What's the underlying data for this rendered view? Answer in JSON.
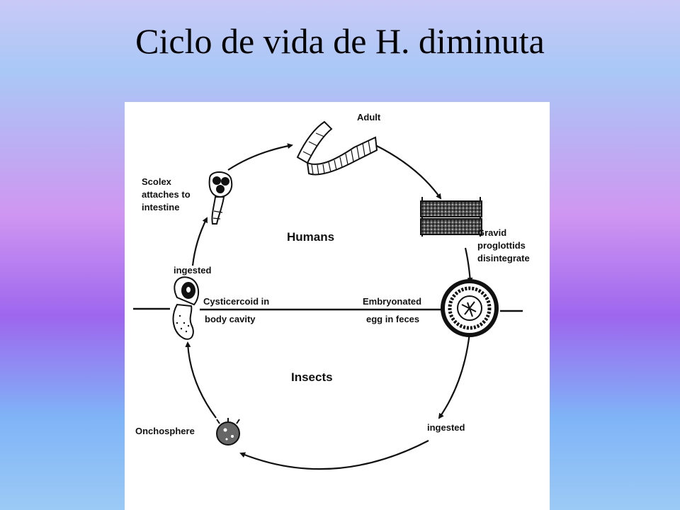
{
  "slide": {
    "title": "Ciclo de vida de H. diminuta"
  },
  "diagram": {
    "hosts": {
      "upper": "Humans",
      "lower": "Insects"
    },
    "stages": {
      "adult": "Adult",
      "gravid_line1": "Gravid",
      "gravid_line2": "proglottids",
      "gravid_line3": "disintegrate",
      "egg_line1": "Embryonated",
      "egg_line2": "egg in feces",
      "ingested_insect": "ingested",
      "onchosphere": "Onchosphere",
      "cysticercoid_line1": "Cysticercoid in",
      "cysticercoid_line2": "body cavity",
      "ingested_human": "ingested",
      "scolex_line1": "Scolex",
      "scolex_line2": "attaches to",
      "scolex_line3": "intestine"
    }
  }
}
